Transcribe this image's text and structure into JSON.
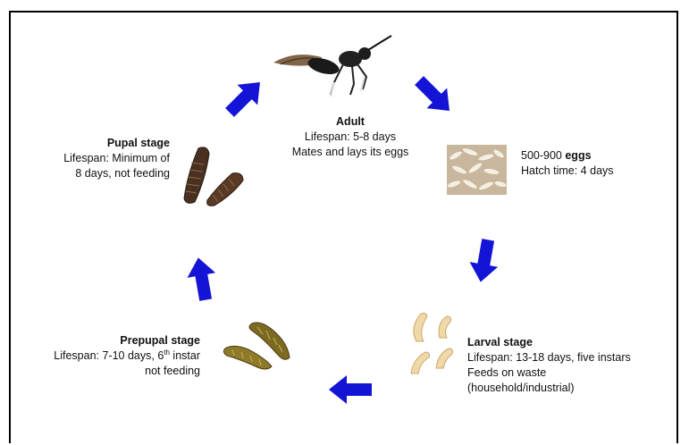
{
  "adult": {
    "title": "Adult",
    "line1": "Lifespan: 5-8 days",
    "line2": "Mates and lays its eggs"
  },
  "eggs": {
    "count": "500-900 ",
    "title": "eggs",
    "line1": "Hatch time: 4 days"
  },
  "larval": {
    "title": "Larval stage",
    "line1": "Lifespan: 13-18 days, five instars",
    "line2": "Feeds on waste",
    "line3": "(household/industrial)"
  },
  "prepupal": {
    "title": "Prepupal stage",
    "line1_a": "Lifespan: 7-10 days, 6",
    "line1_sup": "th",
    "line1_b": " instar",
    "line2": "not feeding"
  },
  "pupal": {
    "title": "Pupal stage",
    "line1": "Lifespan: Minimum of",
    "line2": "8 days, not feeding"
  },
  "colors": {
    "arrow": "#1414d6",
    "frame": "#000000"
  },
  "icons": [
    "fly-icon",
    "eggs-photo",
    "larvae-icon",
    "prepupae-icon",
    "pupae-icon"
  ]
}
